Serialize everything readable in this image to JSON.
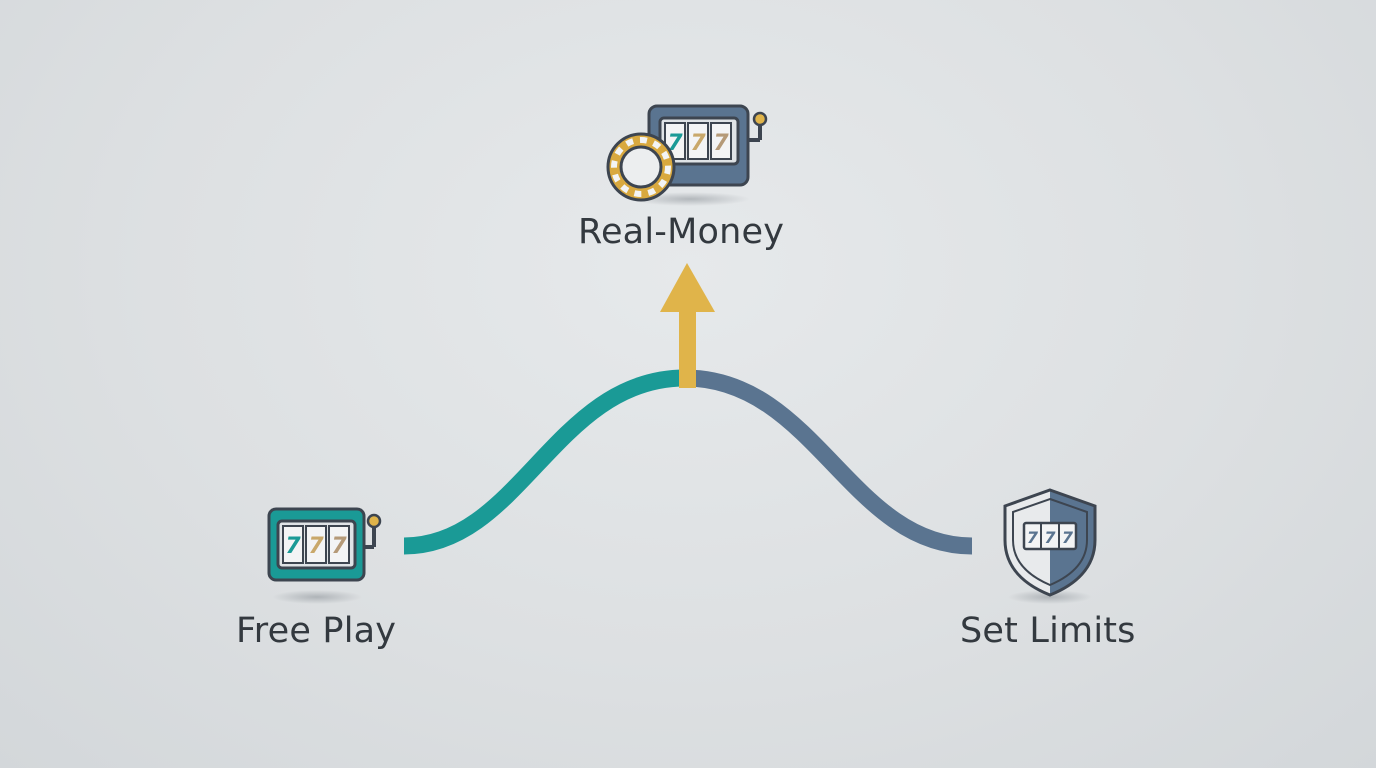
{
  "stages": {
    "free_play": {
      "label": "Free Play",
      "icon": "slot-machine-icon"
    },
    "real_money": {
      "label": "Real-Money",
      "icon": "slot-machine-with-chip-icon"
    },
    "set_limits": {
      "label": "Set Limits",
      "icon": "shield-slot-icon"
    }
  },
  "reel_text": "777",
  "colors": {
    "teal": "#1a9a96",
    "slate": "#5a7490",
    "gold": "#e0b44a",
    "dark": "#3d4550",
    "label": "#33393f"
  }
}
